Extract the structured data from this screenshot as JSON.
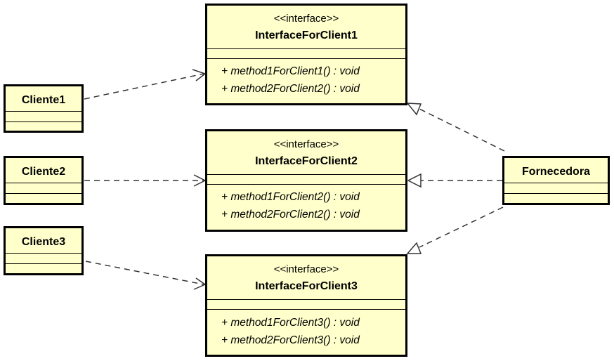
{
  "interfaces": [
    {
      "stereotype": "<<interface>>",
      "name": "InterfaceForClient1",
      "operations": [
        "+ method1ForClient1() : void",
        "+ method2ForClient2() : void"
      ]
    },
    {
      "stereotype": "<<interface>>",
      "name": "InterfaceForClient2",
      "operations": [
        "+ method1ForClient2() : void",
        "+ method2ForClient2() : void"
      ]
    },
    {
      "stereotype": "<<interface>>",
      "name": "InterfaceForClient3",
      "operations": [
        "+ method1ForClient3() : void",
        "+ method2ForClient3() : void"
      ]
    }
  ],
  "classes": {
    "cliente1": "Cliente1",
    "cliente2": "Cliente2",
    "cliente3": "Cliente3",
    "fornecedora": "Fornecedora"
  },
  "colors": {
    "fill": "#ffffcc",
    "stroke": "#000000",
    "connector": "#333333"
  }
}
